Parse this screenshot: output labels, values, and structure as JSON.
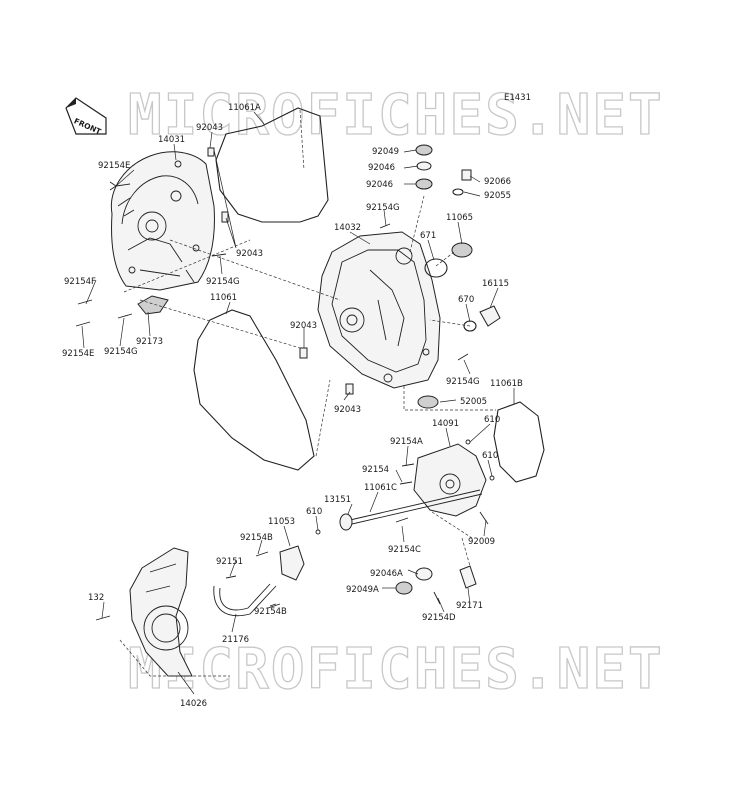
{
  "diagram": {
    "code": "E1431",
    "front_label": "FRONT",
    "watermark": "MICROFICHES.NET",
    "labels": {
      "p11061A": "11061A",
      "p92043_a": "92043",
      "p14031": "14031",
      "p92154E_a": "92154E",
      "p92043_b": "92043",
      "p92154G_a": "92154G",
      "p92154F": "92154F",
      "p92173": "92173",
      "p92154G_b": "92154G",
      "p92154E_b": "92154E",
      "p11061": "11061",
      "p92043_c": "92043",
      "p92043_d": "92043",
      "p92049": "92049",
      "p92046_a": "92046",
      "p92046_b": "92046",
      "p92066": "92066",
      "p92055": "92055",
      "p92154G_c": "92154G",
      "p11065": "11065",
      "p14032": "14032",
      "p671": "671",
      "p16115": "16115",
      "p670": "670",
      "p92154G_d": "92154G",
      "p52005": "52005",
      "p11061B": "11061B",
      "p14091": "14091",
      "p610_a": "610",
      "p92154A": "92154A",
      "p610_b": "610",
      "p92154": "92154",
      "p11061C": "11061C",
      "p13151": "13151",
      "p11053": "11053",
      "p610_c": "610",
      "p92154B_a": "92154B",
      "p92154C": "92154C",
      "p92009": "92009",
      "p92151": "92151",
      "p92046A": "92046A",
      "p92049A": "92049A",
      "p92154B_b": "92154B",
      "p92171": "92171",
      "p132": "132",
      "p21176": "21176",
      "p92154D": "92154D",
      "p14026": "14026"
    }
  }
}
